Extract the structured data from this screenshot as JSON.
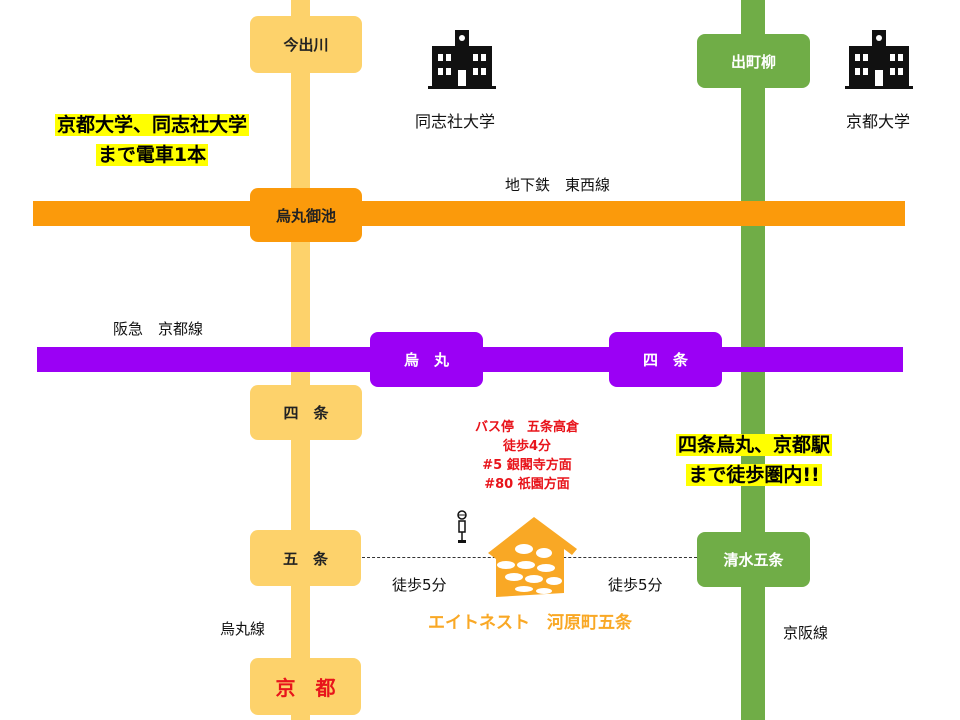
{
  "lines": {
    "karasuma": {
      "label": "烏丸線",
      "color": "#fdd26b"
    },
    "tozai": {
      "label": "地下鉄　東西線",
      "color": "#fb9a0b"
    },
    "hankyu": {
      "label": "阪急　京都線",
      "color": "#9b00f5"
    },
    "keihan": {
      "label": "京阪線",
      "color": "#70ad47"
    }
  },
  "stations": {
    "imadegawa": "今出川",
    "karasuma_oike": "烏丸御池",
    "shijo": "四　条",
    "gojo": "五　条",
    "kyoto": "京　都",
    "demachiyanagi": "出町柳",
    "kiyomizu_gojo": "清水五条",
    "hankyu_karasuma": "烏　丸",
    "hankyu_shijo": "四　条"
  },
  "universities": {
    "doshisha": "同志社大学",
    "kyoto_u": "京都大学"
  },
  "callouts": {
    "left": [
      "京都大学、同志社大学",
      "まで電車1本"
    ],
    "right": [
      "四条烏丸、京都駅",
      "まで徒歩圏内!!"
    ]
  },
  "bus": [
    "バス停　五条高倉",
    "徒歩4分",
    "#5 銀閣寺方面",
    "#80 祇園方面"
  ],
  "walk_left": "徒歩5分",
  "walk_right": "徒歩5分",
  "property_name": "エイトネスト　河原町五条",
  "colors": {
    "property": "#f9a825",
    "bus_text": "#e8141b",
    "highlight": "#ffff00"
  }
}
